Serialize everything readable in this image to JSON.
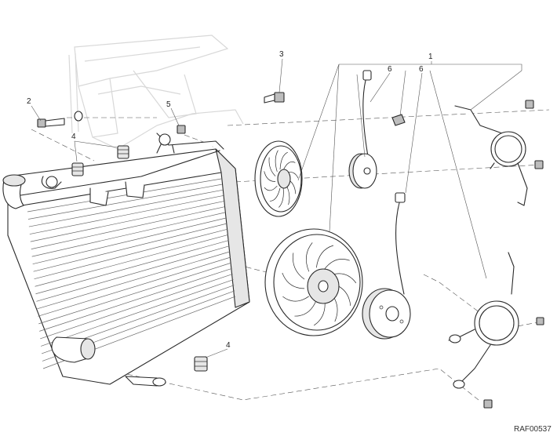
{
  "callouts": {
    "c1": "1",
    "c2": "2",
    "c3": "3",
    "c4a": "4",
    "c4b": "4",
    "c5": "5",
    "c6a": "6",
    "c6b": "6"
  },
  "drawing_code": "RAF00537"
}
